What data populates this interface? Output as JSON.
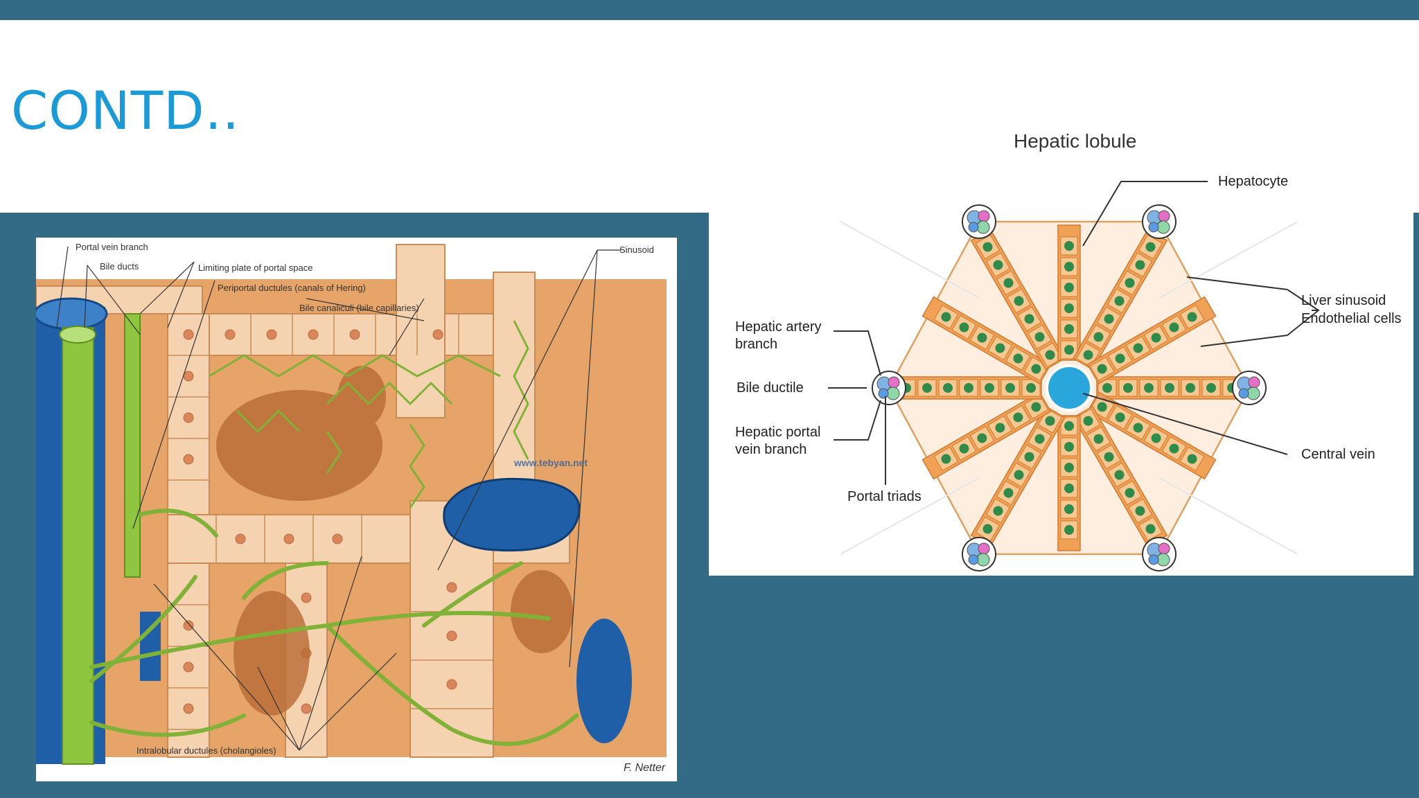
{
  "slide": {
    "title": "CONTD.."
  },
  "left_figure": {
    "labels": {
      "portal_vein_branch": "Portal vein branch",
      "bile_ducts": "Bile ducts",
      "limiting_plate": "Limiting plate of portal space",
      "periportal_ductules": "Periportal ductules (canals of Hering)",
      "bile_canaliculi": "Bile canaliculi (bile capillaries)",
      "sinusoid": "Sinusoid",
      "intralobular_ductules": "Intralobular ductules (cholangioles)"
    },
    "watermark": "www.tebyan.net",
    "signature": "F. Netter"
  },
  "right_figure": {
    "title": "Hepatic lobule",
    "labels": {
      "hepatocyte": "Hepatocyte",
      "liver_sinusoid": "Liver sinusoid",
      "endothelial_cells": "Endothelial cells",
      "hepatic_artery_1": "Hepatic artery",
      "hepatic_artery_2": "branch",
      "bile_ductile": "Bile ductile",
      "hepatic_portal_1": "Hepatic portal",
      "hepatic_portal_2": "vein branch",
      "portal_triads": "Portal triads",
      "central_vein": "Central vein"
    }
  },
  "colors": {
    "background": "#336b87",
    "title": "#1a9ad6",
    "tissue": "#e09a5c",
    "duct_green": "#8ec63f",
    "vessel_blue": "#1f5fa8",
    "cord_orange": "#f0a155",
    "nucleus_green": "#2e8b4a",
    "central_vein": "#29a7dd"
  }
}
